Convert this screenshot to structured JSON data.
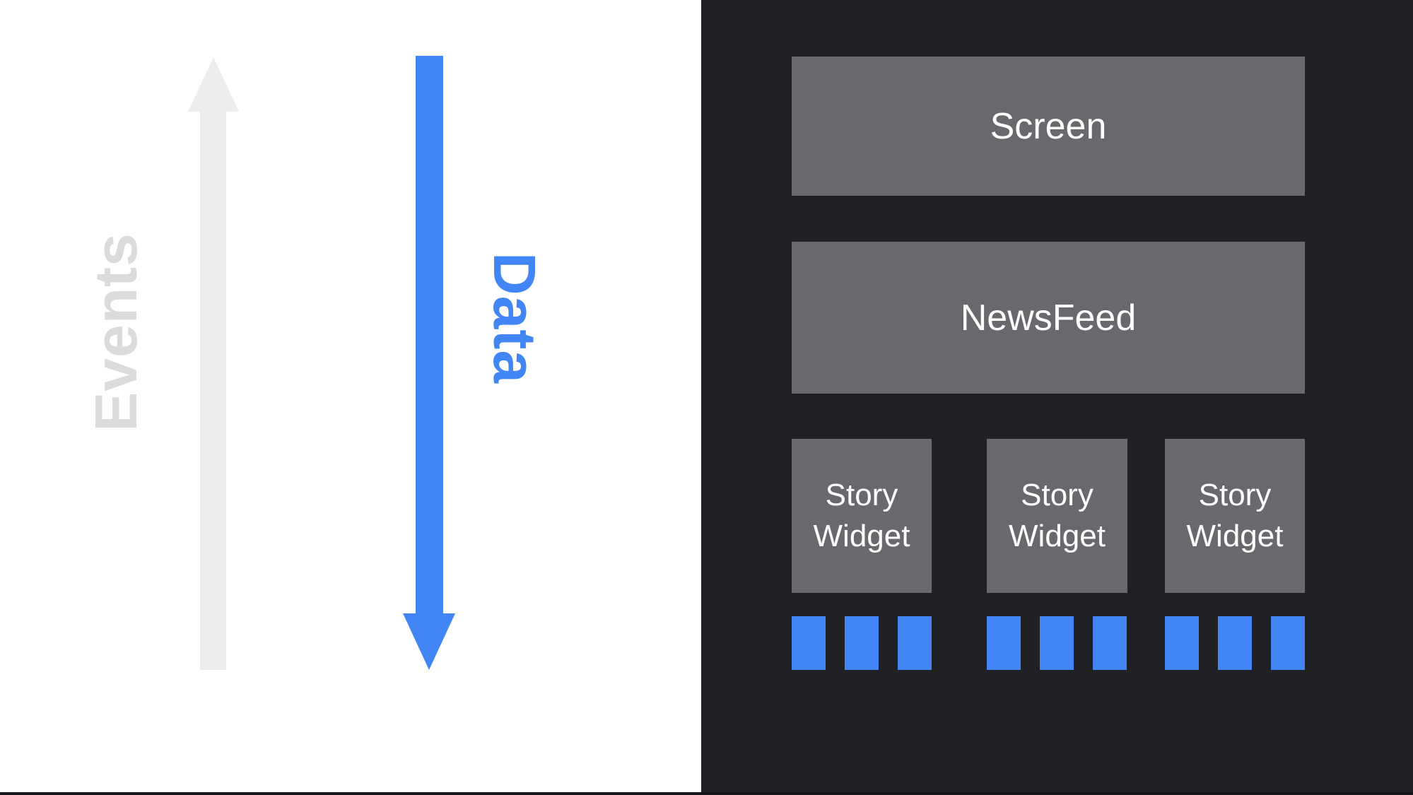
{
  "left": {
    "background": "#FFFFFF",
    "events": {
      "label": "Events",
      "direction": "up",
      "arrow_color": "#ECEDEE",
      "label_color": "#D9DBDD"
    },
    "data": {
      "label": "Data",
      "direction": "down",
      "color": "#4285F4"
    }
  },
  "right": {
    "background": "#202124",
    "box_color": "#67696C",
    "label_color": "#FFFFFF",
    "screen": {
      "label": "Screen"
    },
    "newsfeed": {
      "label": "NewsFeed"
    },
    "widgets": [
      {
        "label": "Story Widget",
        "squares": 3
      },
      {
        "label": "Story Widget",
        "squares": 3
      },
      {
        "label": "Story Widget",
        "squares": 3
      }
    ],
    "square_color": "#4285F4"
  }
}
